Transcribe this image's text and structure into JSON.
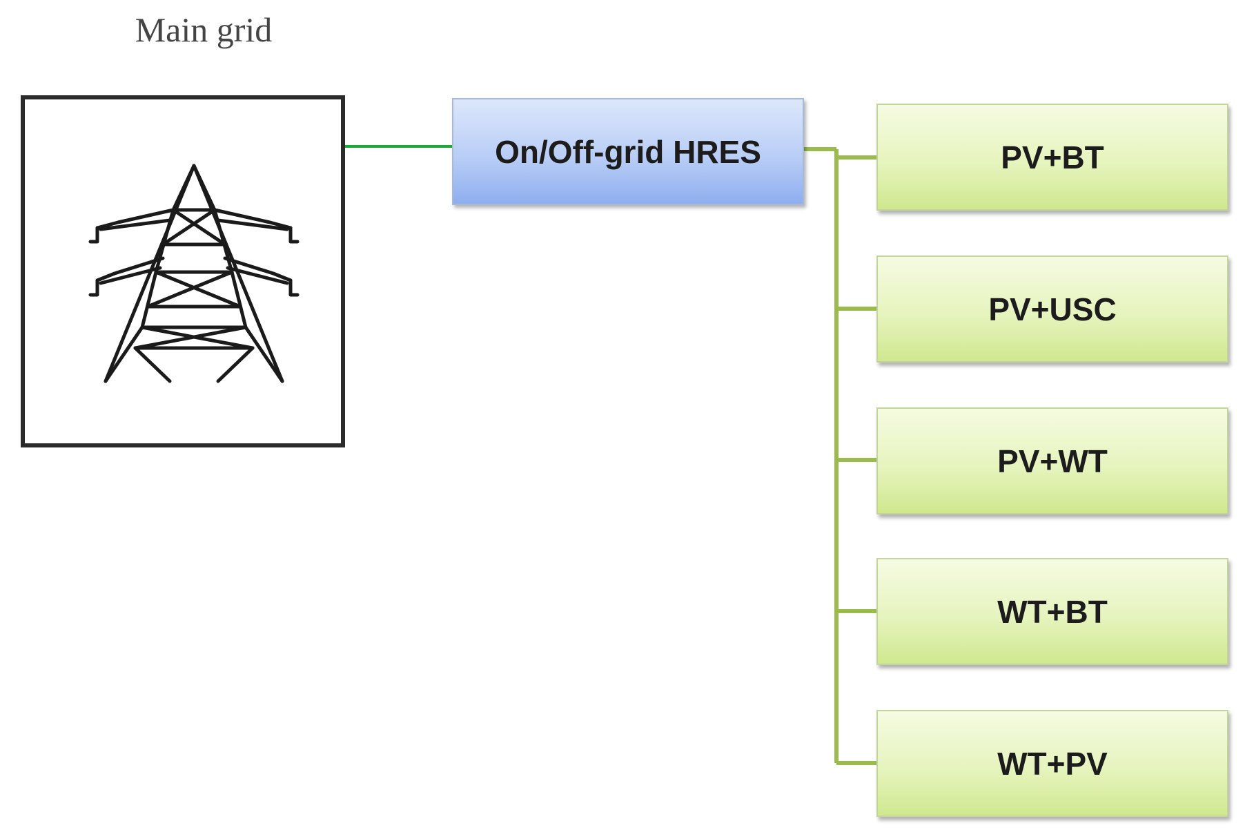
{
  "grid": {
    "title": "Main grid",
    "icon": "transmission-tower-icon"
  },
  "hres": {
    "label": "On/Off-grid HRES"
  },
  "options": [
    {
      "label": "PV+BT"
    },
    {
      "label": "PV+USC"
    },
    {
      "label": "PV+WT"
    },
    {
      "label": "WT+BT"
    },
    {
      "label": "WT+PV"
    }
  ],
  "colors": {
    "grid_link": "#1aaa3a",
    "tree_line": "#9bbb4f",
    "hres_fill": "#b9cef6",
    "option_fill": "#e6f4be",
    "box_border": "#2b2b2b"
  }
}
